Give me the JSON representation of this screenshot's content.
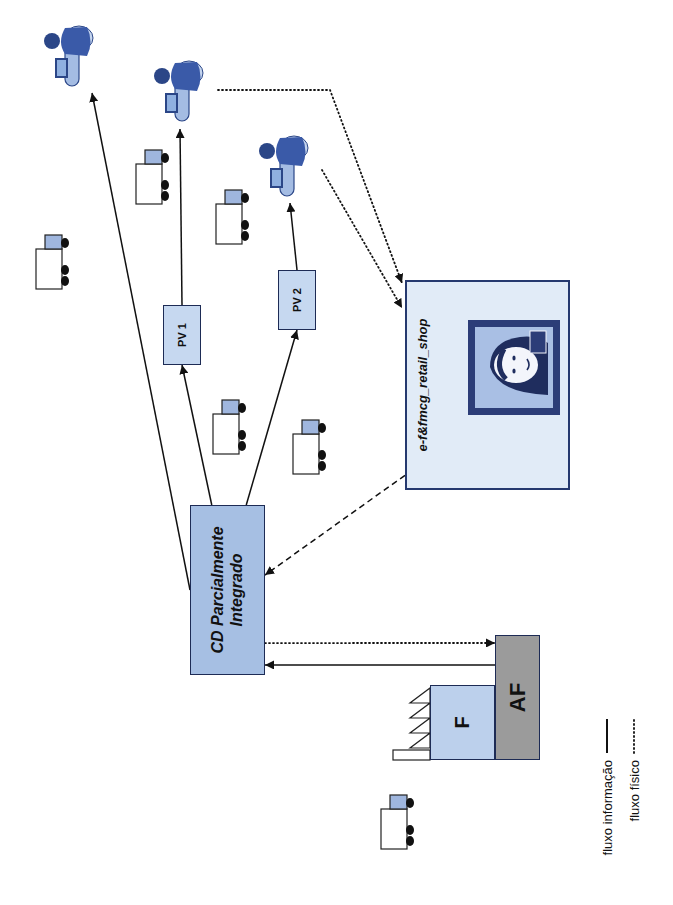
{
  "diagram": {
    "nodes": [
      {
        "text": [
          "F"
        ]
      },
      {
        "text": [
          "AF"
        ]
      },
      {
        "text": [
          "CD Parcialmente Integrado"
        ]
      },
      {
        "text": [
          "PV 1"
        ]
      },
      {
        "text": [
          "PV 2"
        ]
      },
      {
        "text": [
          "e-f&fmcg_retail_shop"
        ]
      }
    ],
    "edges": [
      {
        "from": 2,
        "to": 1,
        "arrow": "to"
      },
      {
        "from": 1,
        "to": 2,
        "arrow": "to"
      },
      {
        "from": 2,
        "to": 3,
        "arrow": "to"
      },
      {
        "from": 2,
        "to": 4,
        "arrow": "to"
      },
      {
        "from": 5,
        "to": 2,
        "arrow": "to"
      }
    ],
    "legend": [
      {
        "text": "fluxo informação"
      },
      {
        "text": "fluxo físico"
      }
    ]
  }
}
